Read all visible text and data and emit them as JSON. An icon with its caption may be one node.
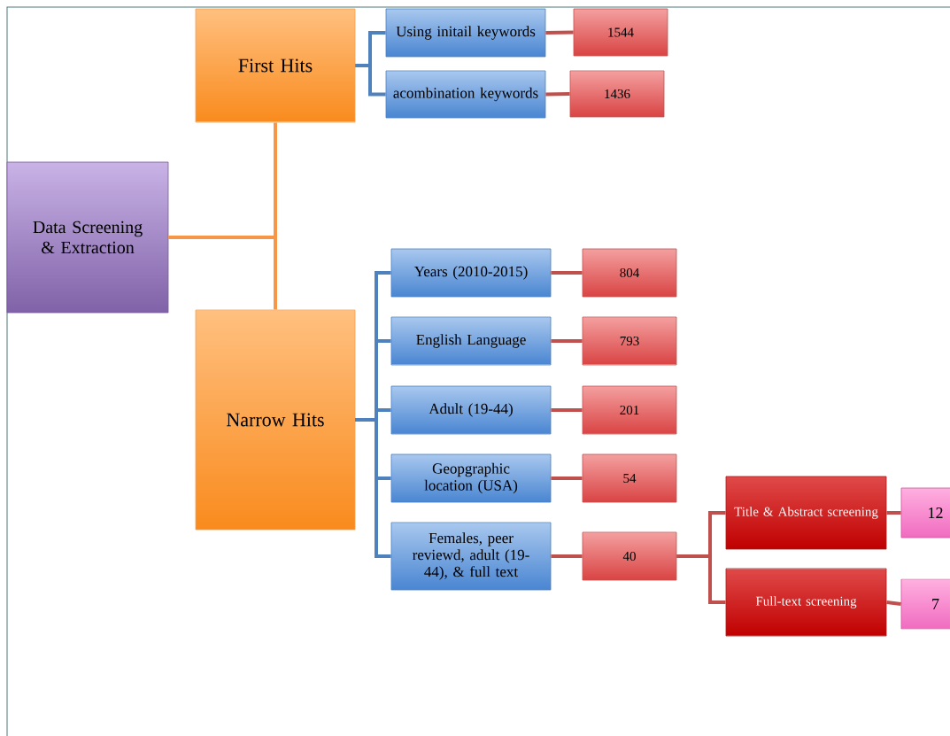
{
  "diagram": {
    "nodes": [
      {
        "text": [
          "Data Screening & Extraction"
        ]
      },
      {
        "text": [
          "First Hits"
        ]
      },
      {
        "text": [
          "Using initail keywords"
        ]
      },
      {
        "text": [
          "1544"
        ]
      },
      {
        "text": [
          "acombination keywords"
        ]
      },
      {
        "text": [
          "1436"
        ]
      },
      {
        "text": [
          "Narrow Hits"
        ]
      },
      {
        "text": [
          "Years (2010-2015)"
        ]
      },
      {
        "text": [
          "804"
        ]
      },
      {
        "text": [
          "English Language"
        ]
      },
      {
        "text": [
          "793"
        ]
      },
      {
        "text": [
          "Adult (19-44)"
        ]
      },
      {
        "text": [
          "201"
        ]
      },
      {
        "text": [
          "Geopgraphic location (USA)"
        ]
      },
      {
        "text": [
          "54"
        ]
      },
      {
        "text": [
          "Females, peer reviewd, adult (19-44), & full text"
        ]
      },
      {
        "text": [
          "40"
        ]
      },
      {
        "text": [
          "Title & Abstract screening"
        ]
      },
      {
        "text": [
          "12"
        ]
      },
      {
        "text": [
          "Full-text screening"
        ]
      },
      {
        "text": [
          "7"
        ]
      }
    ],
    "edges": [
      {
        "from": 0,
        "to": 1,
        "arrow": "none",
        "color": "#f79646"
      },
      {
        "from": 0,
        "to": 6,
        "arrow": "none",
        "color": "#f79646"
      },
      {
        "from": 1,
        "to": 2,
        "arrow": "none",
        "color": "#4f81bd"
      },
      {
        "from": 1,
        "to": 4,
        "arrow": "none",
        "color": "#4f81bd"
      },
      {
        "from": 2,
        "to": 3,
        "arrow": "none",
        "color": "#c0504d"
      },
      {
        "from": 4,
        "to": 5,
        "arrow": "none",
        "color": "#c0504d"
      },
      {
        "from": 6,
        "to": 7,
        "arrow": "none",
        "color": "#4f81bd"
      },
      {
        "from": 6,
        "to": 9,
        "arrow": "none",
        "color": "#4f81bd"
      },
      {
        "from": 6,
        "to": 11,
        "arrow": "none",
        "color": "#4f81bd"
      },
      {
        "from": 6,
        "to": 13,
        "arrow": "none",
        "color": "#4f81bd"
      },
      {
        "from": 6,
        "to": 15,
        "arrow": "none",
        "color": "#4f81bd"
      },
      {
        "from": 7,
        "to": 8,
        "arrow": "none",
        "color": "#c0504d"
      },
      {
        "from": 9,
        "to": 10,
        "arrow": "none",
        "color": "#c0504d"
      },
      {
        "from": 11,
        "to": 12,
        "arrow": "none",
        "color": "#c0504d"
      },
      {
        "from": 13,
        "to": 14,
        "arrow": "none",
        "color": "#c0504d"
      },
      {
        "from": 15,
        "to": 16,
        "arrow": "none",
        "color": "#c0504d"
      },
      {
        "from": 16,
        "to": 17,
        "arrow": "none",
        "color": "#c0504d"
      },
      {
        "from": 16,
        "to": 19,
        "arrow": "none",
        "color": "#c0504d"
      },
      {
        "from": 17,
        "to": 18,
        "arrow": "none",
        "color": "#c0504d"
      },
      {
        "from": 19,
        "to": 20,
        "arrow": "none",
        "color": "#c0504d"
      }
    ]
  }
}
